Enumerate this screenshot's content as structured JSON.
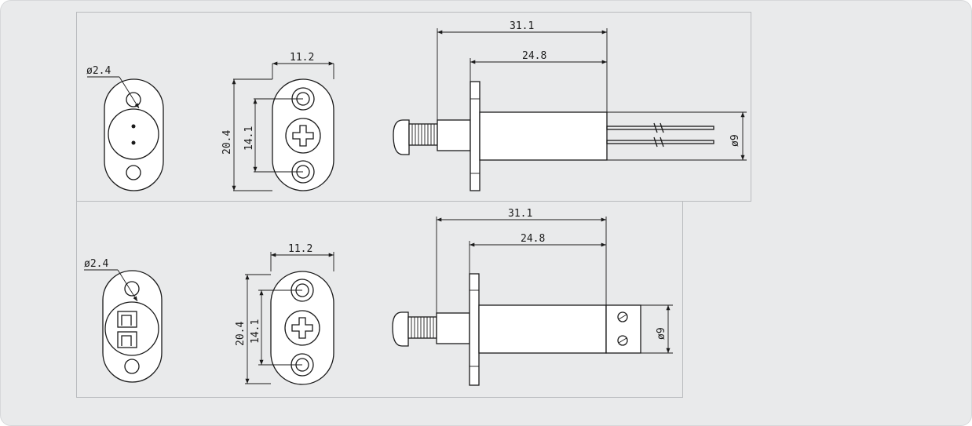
{
  "colors": {
    "background": "#e9eaeb",
    "line": "#1a1a1a",
    "panel_border": "#b9bbbe"
  },
  "drawings": {
    "top": {
      "front_view": {
        "hole_diameter_label": "ø2.4"
      },
      "mount_view": {
        "width_label": "11.2",
        "height_label": "20.4",
        "hole_spacing_label": "14.1"
      },
      "side_view": {
        "overall_length_label": "31.1",
        "body_length_label": "24.8",
        "diameter_label": "ø9"
      }
    },
    "bottom": {
      "front_view": {
        "hole_diameter_label": "ø2.4"
      },
      "mount_view": {
        "width_label": "11.2",
        "height_label": "20.4",
        "hole_spacing_label": "14.1"
      },
      "side_view": {
        "overall_length_label": "31.1",
        "body_length_label": "24.8",
        "diameter_label": "ø9"
      }
    }
  }
}
